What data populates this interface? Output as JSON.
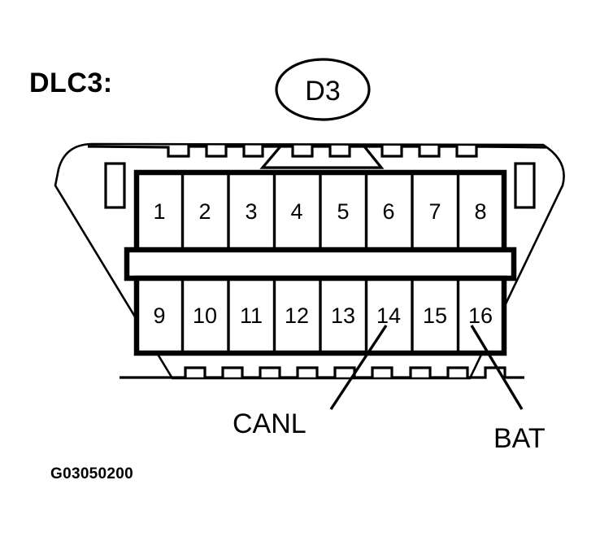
{
  "figure": {
    "title": "DLC3:",
    "callout_reference": "D3",
    "figure_id": "G03050200",
    "background_color": "#ffffff",
    "line_color": "#000000"
  },
  "connector": {
    "name": "DLC3 diagnostic link connector",
    "shape": "trapezoidal D-shaped shell, castellated top and bottom edges, central keyway",
    "rows": [
      {
        "row_name": "top-row",
        "pins": [
          "1",
          "2",
          "3",
          "4",
          "5",
          "6",
          "7",
          "8"
        ]
      },
      {
        "row_name": "bottom-row",
        "pins": [
          "9",
          "10",
          "11",
          "12",
          "13",
          "14",
          "15",
          "16"
        ]
      }
    ],
    "locking_tabs": [
      "left-tab",
      "right-tab"
    ]
  },
  "signal_labels": [
    {
      "label": "CANL",
      "pin": "14"
    },
    {
      "label": "BAT",
      "pin": "16"
    }
  ],
  "icons": {
    "callout_ellipse": "ellipse-callout-icon",
    "left_tab": "locking-tab-icon",
    "right_tab": "locking-tab-icon",
    "keyway": "keyway-notch-icon"
  }
}
